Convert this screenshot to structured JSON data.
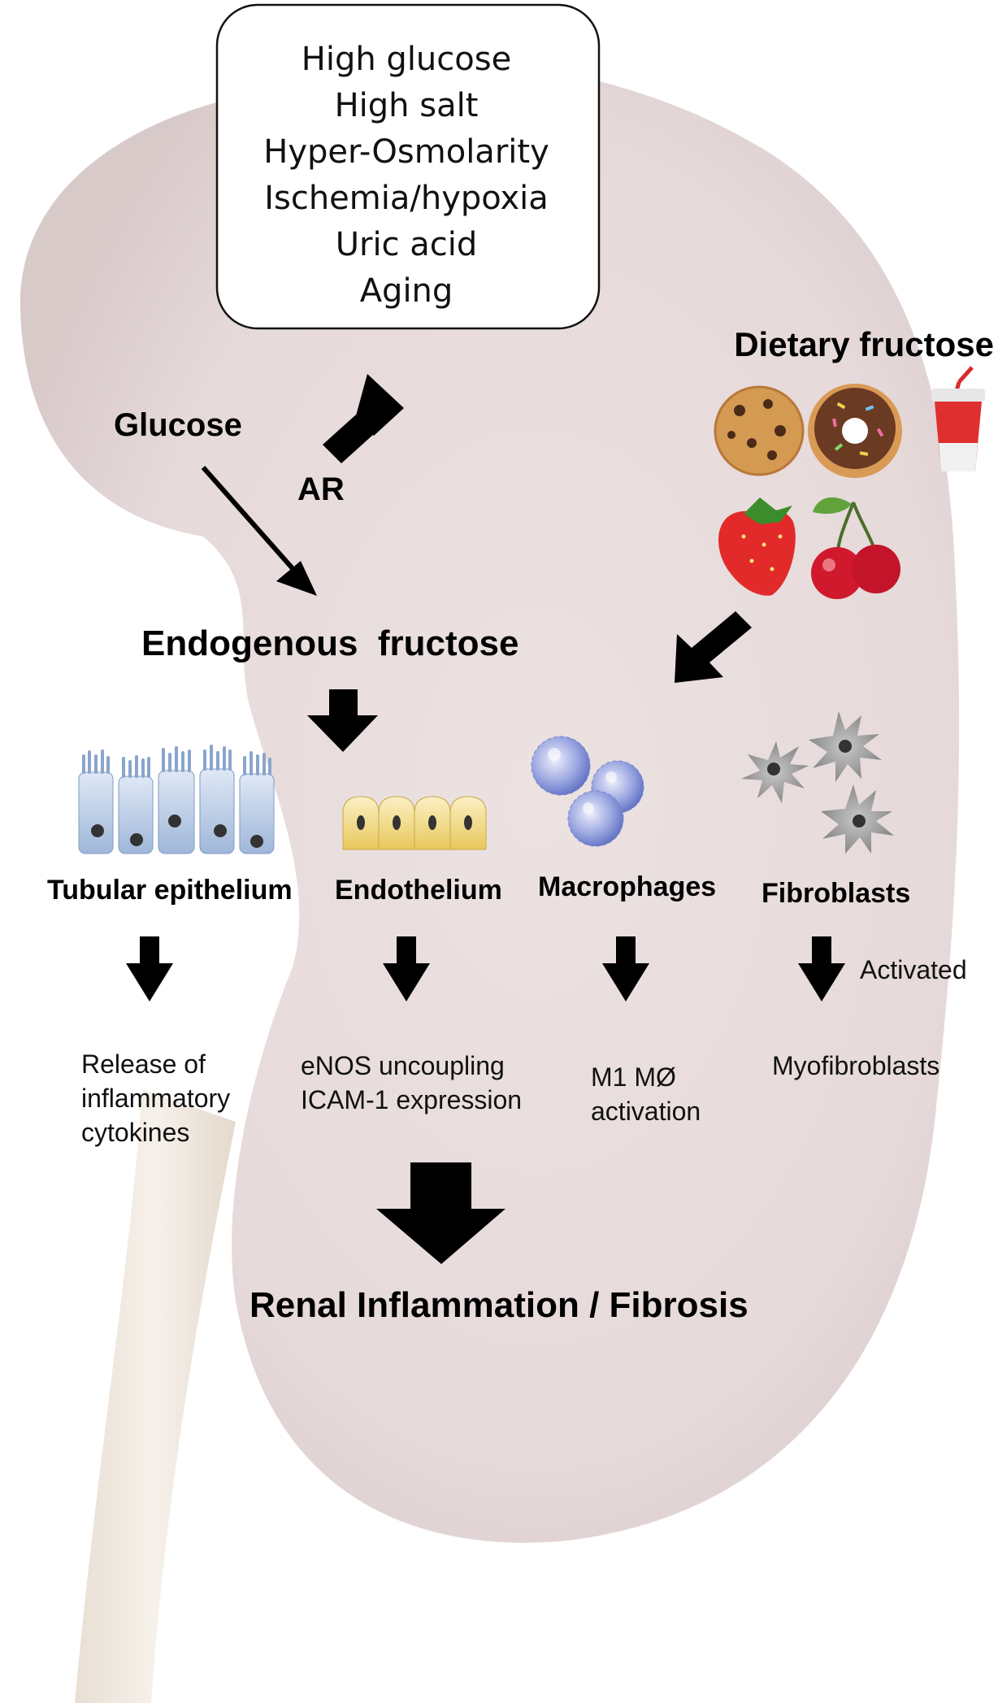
{
  "stimuli": [
    "High glucose",
    "High salt",
    "Hyper-Osmolarity",
    "Ischemia/hypoxia",
    "Uric acid",
    "Aging"
  ],
  "labels": {
    "dietary_fructose": "Dietary fructose",
    "glucose": "Glucose",
    "ar": "AR",
    "endogenous_fructose": "Endogenous  fructose",
    "activated": "Activated",
    "outcome": "Renal Inflammation / Fibrosis"
  },
  "cells": [
    {
      "name": "Tubular epithelium",
      "effect": [
        "Release of",
        "inflammatory",
        "cytokines"
      ]
    },
    {
      "name": "Endothelium",
      "effect": [
        "eNOS uncoupling",
        "ICAM-1 expression"
      ]
    },
    {
      "name": "Macrophages",
      "effect": [
        "M1 MØ",
        "activation"
      ]
    },
    {
      "name": "Fibroblasts",
      "effect": [
        "Myofibroblasts"
      ]
    }
  ],
  "foods": [
    "cookie-icon",
    "donut-icon",
    "soda-cup-icon",
    "strawberry-icon",
    "cherry-icon"
  ],
  "colors": {
    "kidney": "#e9dddd",
    "ureter": "#efe8df",
    "epithelium": "#a9c0df",
    "endothelium": "#f3dc86",
    "macrophage": "#7e8ed6",
    "fibroblast": "#8a8a8a"
  }
}
